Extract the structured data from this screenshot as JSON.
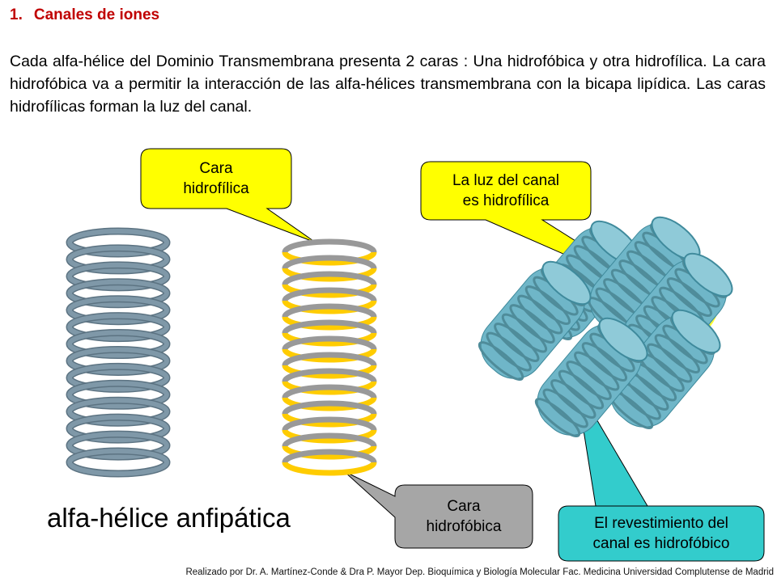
{
  "section": {
    "number": "1.",
    "title": "Canales de iones"
  },
  "paragraph": "Cada alfa-hélice del Dominio Transmembrana presenta 2 caras : Una hidrofóbica y otra hidrofílica. La cara hidrofóbica  va a permitir la interacción de las alfa-hélices transmembrana con la bicapa lipídica. Las caras hidrofílicas forman la luz del canal.",
  "callouts": {
    "hydrophilic_face": {
      "line1": "Cara",
      "line2": "hidrofílica",
      "color": "#ffff00"
    },
    "channel_lumen": {
      "line1": "La luz del canal",
      "line2": "es  hidrofílica",
      "color": "#ffff00"
    },
    "hydrophobic_face": {
      "line1": "Cara",
      "line2": "hidrofóbica",
      "color": "#a6a6a6"
    },
    "channel_lining": {
      "line1": "El revestimiento del",
      "line2": "canal es hidrofóbico",
      "color": "#33cccc"
    }
  },
  "figure_label": "alfa-hélice anfipática",
  "credit": "Realizado  por Dr. A. Martínez-Conde  & Dra P. Mayor Dep. Bioquímica y Biología Molecular Fac. Medicina Universidad Complutense de Madrid",
  "colors": {
    "heading": "#c00000",
    "helix_gray": "#7f98a8",
    "helix_yellow": "#ffcc00",
    "helix_back_gray": "#999999",
    "channel_helix": "#6fb6c8",
    "channel_lumen": "#ffff33"
  }
}
